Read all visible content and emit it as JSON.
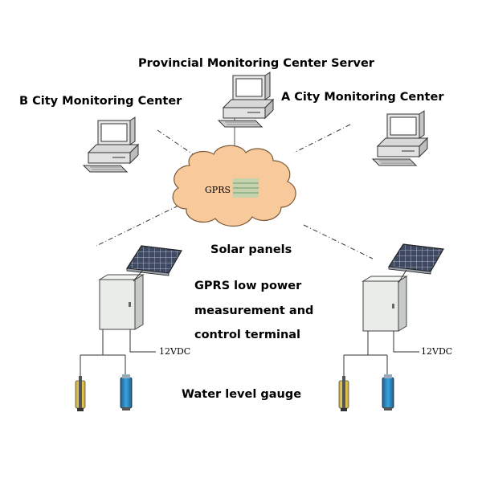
{
  "labels": {
    "provincial_server": "Provincial Monitoring Center Server",
    "b_city_center": "B City Monitoring Center",
    "a_city_center": "A City Monitoring Center",
    "gprs_cloud": "GPRS",
    "solar_panels": "Solar panels",
    "terminal_line1": "GPRS low power",
    "terminal_line2": "measurement and",
    "terminal_line3": "control terminal",
    "voltage_left": "12VDC",
    "voltage_right": "12VDC",
    "water_gauge": "Water level gauge"
  },
  "colors": {
    "cloud_fill": "#f8c99a",
    "cloud_stroke": "#7a5a3a",
    "monitor_fill": "#e6e6e6",
    "cabinet_fill": "#e9ece9",
    "solar_cell": "#3f4a62",
    "sensor_blue": "#2d8cc7",
    "sensor_yellow": "#e6c84a"
  },
  "icons": {
    "computer": "desktop-computer-icon",
    "cloud": "cloud-icon",
    "solar": "solar-panel-icon",
    "cabinet": "terminal-cabinet-icon",
    "gauge": "water-gauge-icon",
    "battery": "battery-sensor-icon"
  }
}
